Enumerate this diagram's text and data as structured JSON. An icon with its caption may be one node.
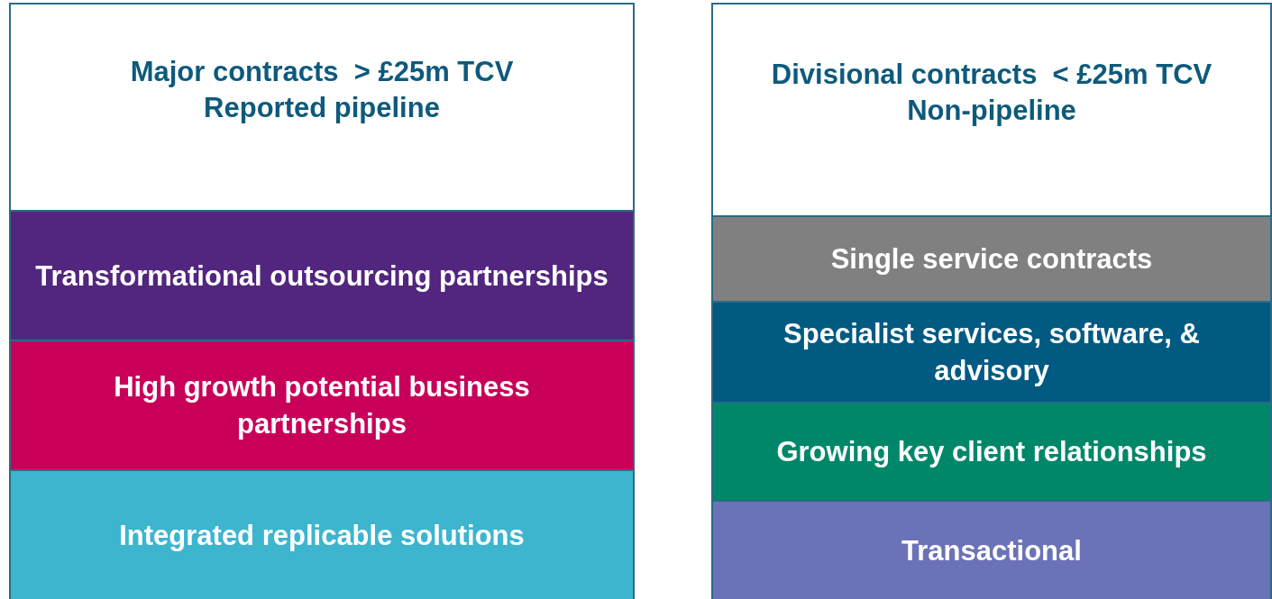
{
  "diagram": {
    "nodes": [
      {
        "text": [
          "Major contracts  > £25m TCV",
          "Reported pipeline"
        ]
      },
      {
        "text": [
          "Transformational outsourcing partnerships"
        ],
        "in": 0
      },
      {
        "text": [
          "High growth potential business partnerships"
        ],
        "in": 0
      },
      {
        "text": [
          "Integrated replicable solutions"
        ],
        "in": 0
      },
      {
        "text": [
          "Divisional contracts  < £25m TCV",
          "Non-pipeline"
        ]
      },
      {
        "text": [
          "Single service contracts"
        ],
        "in": 4
      },
      {
        "text": [
          "Specialist services, software, & advisory"
        ],
        "in": 4
      },
      {
        "text": [
          "Growing key client relationships"
        ],
        "in": 4
      },
      {
        "text": [
          "Transactional"
        ],
        "in": 4
      }
    ]
  }
}
